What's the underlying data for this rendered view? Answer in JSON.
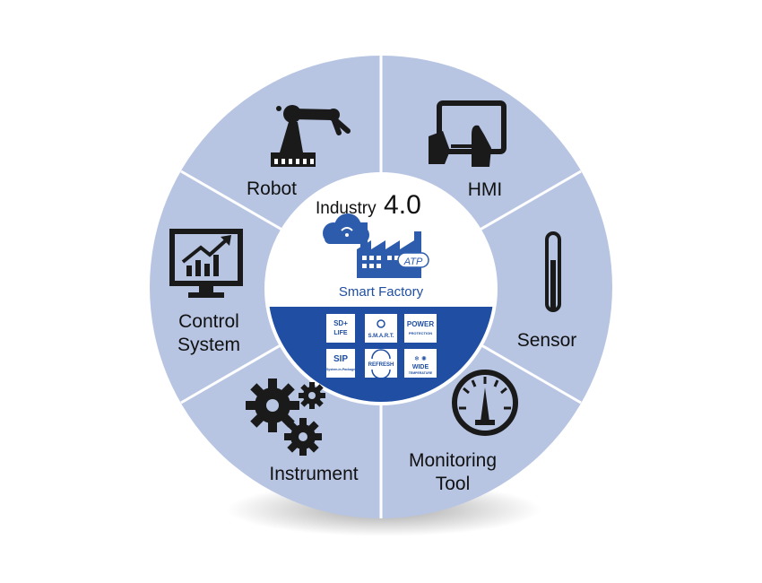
{
  "center": {
    "title_word": "Industry",
    "title_version": "4.0",
    "factory_tag": "ATP",
    "subtitle": "Smart Factory",
    "badges": [
      {
        "line1": "SD+",
        "line2": "LIFE"
      },
      {
        "line1": "S.M.A.R.T.",
        "line2": ""
      },
      {
        "line1": "POWER",
        "line2": "PROTECTION"
      },
      {
        "line1": "SIP",
        "line2": "System-in-Package"
      },
      {
        "line1": "REFRESH",
        "line2": ""
      },
      {
        "line1": "WIDE",
        "line2": "TEMPERATURE"
      }
    ]
  },
  "segments": [
    {
      "label_lines": [
        "Robot"
      ],
      "icon": "robot-arm-icon"
    },
    {
      "label_lines": [
        "HMI"
      ],
      "icon": "touchscreen-icon"
    },
    {
      "label_lines": [
        "Sensor"
      ],
      "icon": "thermometer-icon"
    },
    {
      "label_lines": [
        "Monitoring",
        "Tool"
      ],
      "icon": "gauge-icon"
    },
    {
      "label_lines": [
        "Instrument"
      ],
      "icon": "gears-icon"
    },
    {
      "label_lines": [
        "Control",
        "System"
      ],
      "icon": "monitor-chart-icon"
    }
  ],
  "colors": {
    "ring": "#b7c5e3",
    "divider": "#ffffff",
    "center_blue": "#1f4ea3",
    "icon": "#1a1a1a"
  }
}
